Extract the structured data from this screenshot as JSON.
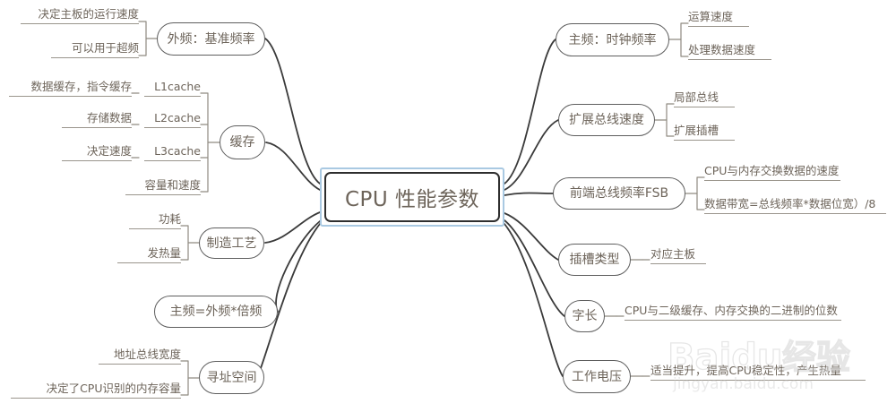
{
  "diagram": {
    "type": "mindmap",
    "title": "CPU 性能参数",
    "background_color": "#ffffff",
    "text_color": "#6d645a",
    "node_border_color": "#5e5e5e",
    "selection_color": "#a9c9e2",
    "root": {
      "label": "CPU 性能参数",
      "selected": true
    },
    "left_branches": [
      {
        "label": "外频：基准频率",
        "children": [
          "决定主板的运行速度",
          "可以用于超频"
        ]
      },
      {
        "label": "缓存",
        "children": [
          "L1cache",
          "L2cache",
          "L3cache",
          "容量和速度"
        ],
        "grandchildren": [
          "数据缓存，指令缓存",
          "存储数据",
          "决定速度"
        ]
      },
      {
        "label": "制造工艺",
        "children": [
          "功耗",
          "发热量"
        ]
      },
      {
        "label": "主频=外频*倍频",
        "children": []
      },
      {
        "label": "寻址空间",
        "children": [
          "地址总线宽度",
          "决定了CPU识别的内存容量"
        ]
      }
    ],
    "right_branches": [
      {
        "label": "主频：时钟频率",
        "children": [
          "运算速度",
          "处理数据速度"
        ]
      },
      {
        "label": "扩展总线速度",
        "children": [
          "局部总线",
          "扩展插槽"
        ]
      },
      {
        "label": "前端总线频率FSB",
        "children": [
          "CPU与内存交换数据的速度",
          "数据带宽=总线频率*数据位宽）/8"
        ]
      },
      {
        "label": "插槽类型",
        "children": [
          "对应主板"
        ]
      },
      {
        "label": "字长",
        "children": [
          "CPU与二级缓存、内存交换的二进制的位数"
        ]
      },
      {
        "label": "工作电压",
        "children": [
          "适当提升，提高CPU稳定性，产生热量"
        ]
      }
    ]
  },
  "watermark": {
    "brand": "Baidu",
    "brand_cn": "经验",
    "url": "jingyan.baidu.com"
  }
}
